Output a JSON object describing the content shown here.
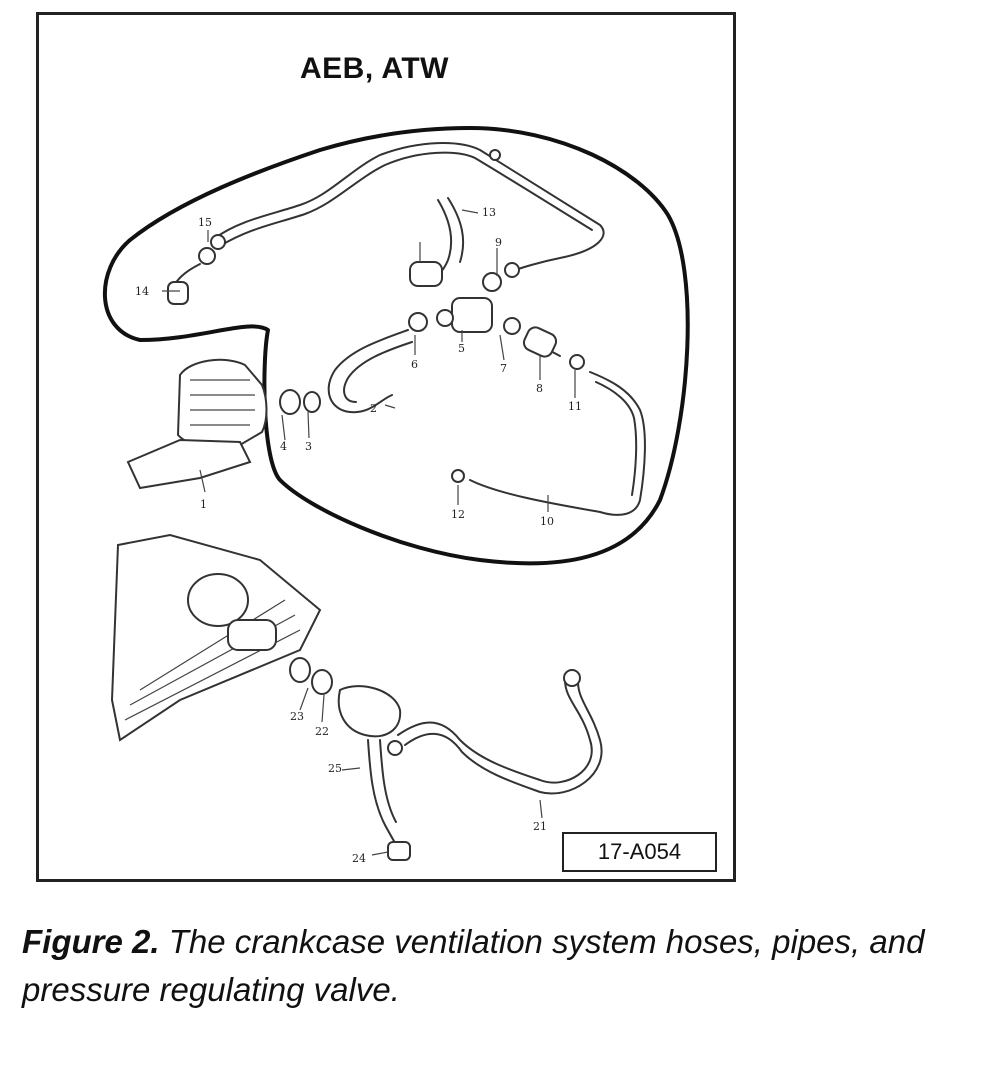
{
  "figure": {
    "title": "AEB, ATW",
    "reference_code": "17-A054"
  },
  "callouts": [
    "1",
    "2",
    "3",
    "4",
    "5",
    "6",
    "7",
    "8",
    "9",
    "10",
    "11",
    "12",
    "13",
    "14",
    "15",
    "21",
    "22",
    "23",
    "24",
    "25"
  ],
  "caption": {
    "label": "Figure 2.",
    "text": " The crankcase ventilation system hoses, pipes, and pressure regulating valve."
  }
}
